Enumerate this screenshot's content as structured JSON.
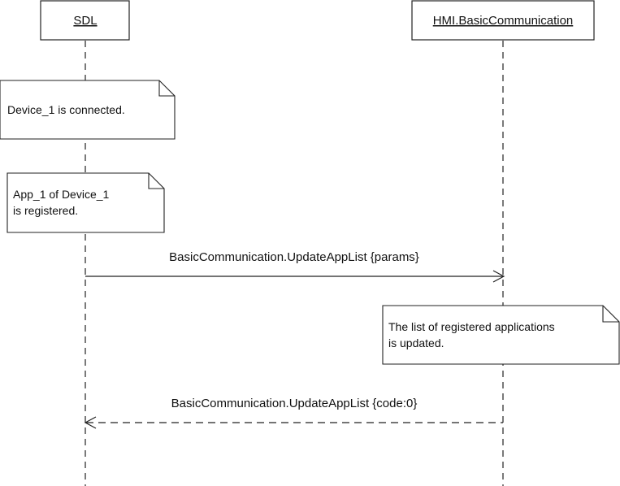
{
  "participants": [
    {
      "name": "SDL"
    },
    {
      "name": "HMI.BasicCommunication"
    }
  ],
  "notes": [
    {
      "lines": [
        "Device_1 is connected."
      ]
    },
    {
      "lines": [
        "App_1 of Device_1",
        "is registered."
      ]
    },
    {
      "lines": [
        "The list of registered applications",
        "is updated."
      ]
    }
  ],
  "messages": [
    {
      "from": "SDL",
      "to": "HMI.BasicCommunication",
      "label": "BasicCommunication.UpdateAppList {params}",
      "style": "solid"
    },
    {
      "from": "HMI.BasicCommunication",
      "to": "SDL",
      "label": "BasicCommunication.UpdateAppList {code:0}",
      "style": "dashed"
    }
  ]
}
